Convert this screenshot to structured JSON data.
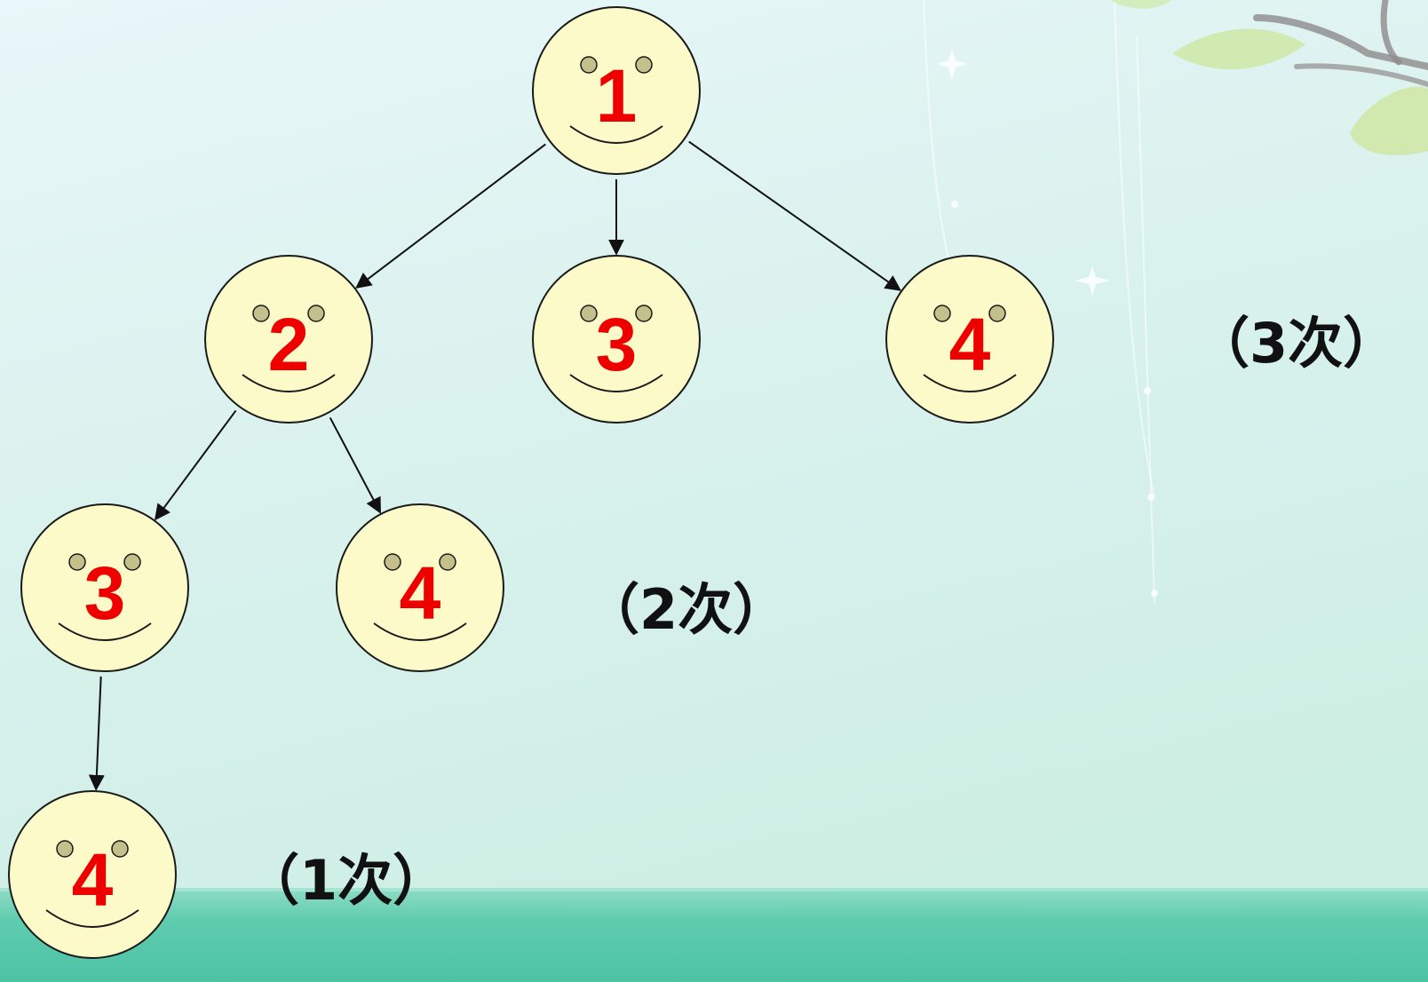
{
  "colors": {
    "background_top": "#e6f6f8",
    "background_mid": "#d6f0ea",
    "background_bottom": "#cbeee2",
    "bottom_band": "#52c8a9",
    "face_fill": "#fdfac9",
    "face_stroke": "#1a1a1a",
    "eye_fill": "#c3c08c",
    "number_color": "#ee0000",
    "edge_color": "#111111",
    "count_text_color": "#111111",
    "leaf_green": "#cfe9a8"
  },
  "nodes": [
    {
      "id": "n1",
      "label": "1"
    },
    {
      "id": "n2",
      "label": "2"
    },
    {
      "id": "n3a",
      "label": "3"
    },
    {
      "id": "n4a",
      "label": "4"
    },
    {
      "id": "n3b",
      "label": "3"
    },
    {
      "id": "n4b",
      "label": "4"
    },
    {
      "id": "n4c",
      "label": "4"
    }
  ],
  "edges": [
    {
      "from": "n1",
      "to": "n2"
    },
    {
      "from": "n1",
      "to": "n3a"
    },
    {
      "from": "n1",
      "to": "n4a"
    },
    {
      "from": "n2",
      "to": "n3b"
    },
    {
      "from": "n2",
      "to": "n4b"
    },
    {
      "from": "n3b",
      "to": "n4c"
    }
  ],
  "counts": [
    {
      "id": "count-level-1",
      "text": "（3次）"
    },
    {
      "id": "count-level-2",
      "text": "（2次）"
    },
    {
      "id": "count-level-3",
      "text": "（1次）"
    }
  ]
}
